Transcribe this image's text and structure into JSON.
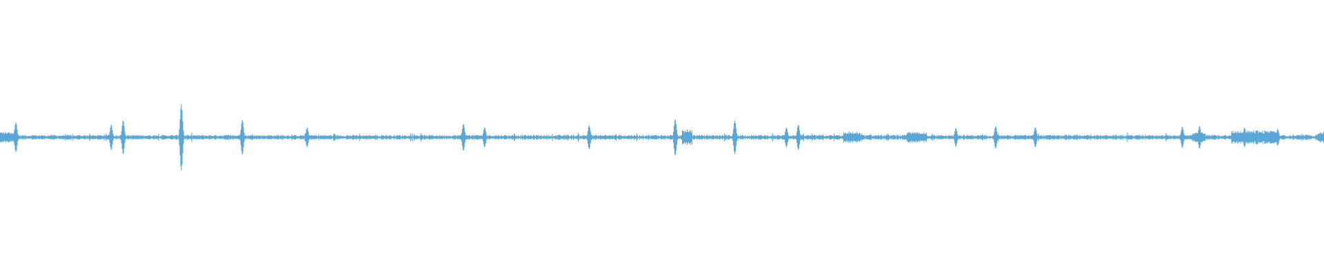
{
  "chart_data": {
    "type": "line",
    "title": "",
    "xlabel": "",
    "ylabel": "",
    "grid": false,
    "legend": "none",
    "axes_visible": false,
    "color": "#5aa6d6",
    "background": "#ffffff",
    "xlim": [
      0,
      1
    ],
    "ylim": [
      -1,
      1
    ],
    "x_extent_fraction": [
      0,
      1
    ],
    "baseline_amplitude": 0.0,
    "noise_amplitude": 0.035,
    "series": [
      {
        "kind": "audio-waveform",
        "peaks": [
          {
            "x": 0.012,
            "amp": 0.22
          },
          {
            "x": 0.084,
            "amp": 0.18
          },
          {
            "x": 0.093,
            "amp": 0.24
          },
          {
            "x": 0.137,
            "amp": 0.48
          },
          {
            "x": 0.183,
            "amp": 0.25
          },
          {
            "x": 0.232,
            "amp": 0.14
          },
          {
            "x": 0.35,
            "amp": 0.19
          },
          {
            "x": 0.366,
            "amp": 0.14
          },
          {
            "x": 0.445,
            "amp": 0.17
          },
          {
            "x": 0.51,
            "amp": 0.26
          },
          {
            "x": 0.555,
            "amp": 0.24
          },
          {
            "x": 0.594,
            "amp": 0.14
          },
          {
            "x": 0.603,
            "amp": 0.18
          },
          {
            "x": 0.722,
            "amp": 0.13
          },
          {
            "x": 0.752,
            "amp": 0.16
          },
          {
            "x": 0.782,
            "amp": 0.14
          },
          {
            "x": 0.893,
            "amp": 0.15
          },
          {
            "x": 0.906,
            "amp": 0.16
          },
          {
            "x": 0.94,
            "amp": 0.14
          },
          {
            "x": 0.965,
            "amp": 0.12
          }
        ],
        "bursts": [
          {
            "start": 0.0,
            "end": 0.012,
            "amp": 0.08
          },
          {
            "start": 0.515,
            "end": 0.523,
            "amp": 0.11
          },
          {
            "start": 0.637,
            "end": 0.65,
            "amp": 0.08
          },
          {
            "start": 0.685,
            "end": 0.7,
            "amp": 0.08
          },
          {
            "start": 0.9,
            "end": 0.91,
            "amp": 0.07
          },
          {
            "start": 0.93,
            "end": 0.965,
            "amp": 0.1
          },
          {
            "start": 0.995,
            "end": 1.0,
            "amp": 0.08
          }
        ]
      }
    ]
  }
}
